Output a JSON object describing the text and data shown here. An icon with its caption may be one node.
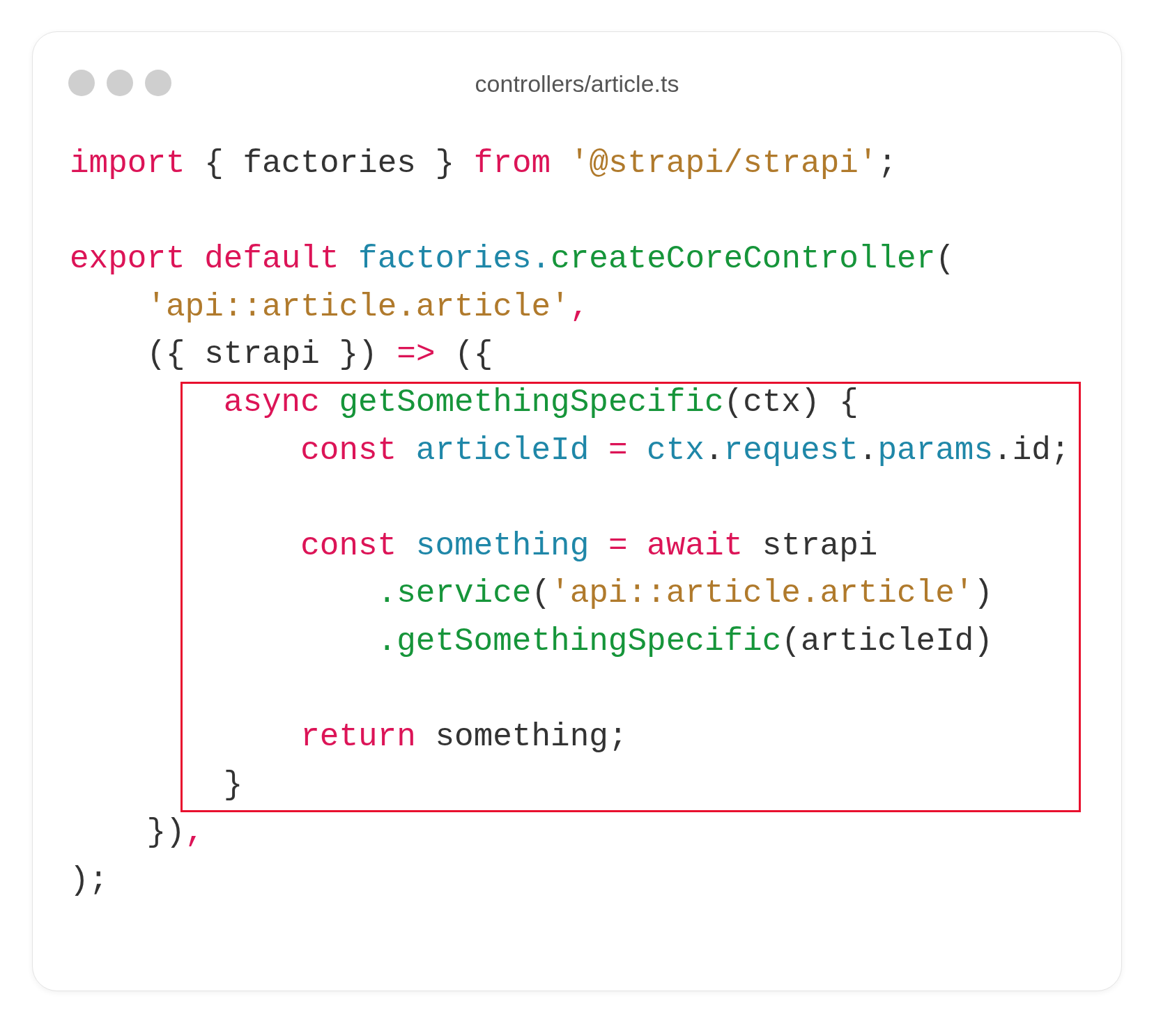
{
  "diagram": {
    "nodes": [
      {
        "text": [
          "controllers/article.ts"
        ]
      },
      {
        "text": [
          "async getSomethingSpecific(ctx) {",
          "const articleId = ctx.request.params.id;",
          "const something = await strapi",
          ".service('api::article.article')",
          ".getSomethingSpecific(articleId)",
          "return something;",
          "}"
        ],
        "in": 0
      }
    ],
    "labels": [
      "import { factories } from '@strapi/strapi';",
      "export default factories.createCoreController(",
      "'api::article.article',",
      "({ strapi }) => ({",
      "}),",
      ");"
    ]
  }
}
